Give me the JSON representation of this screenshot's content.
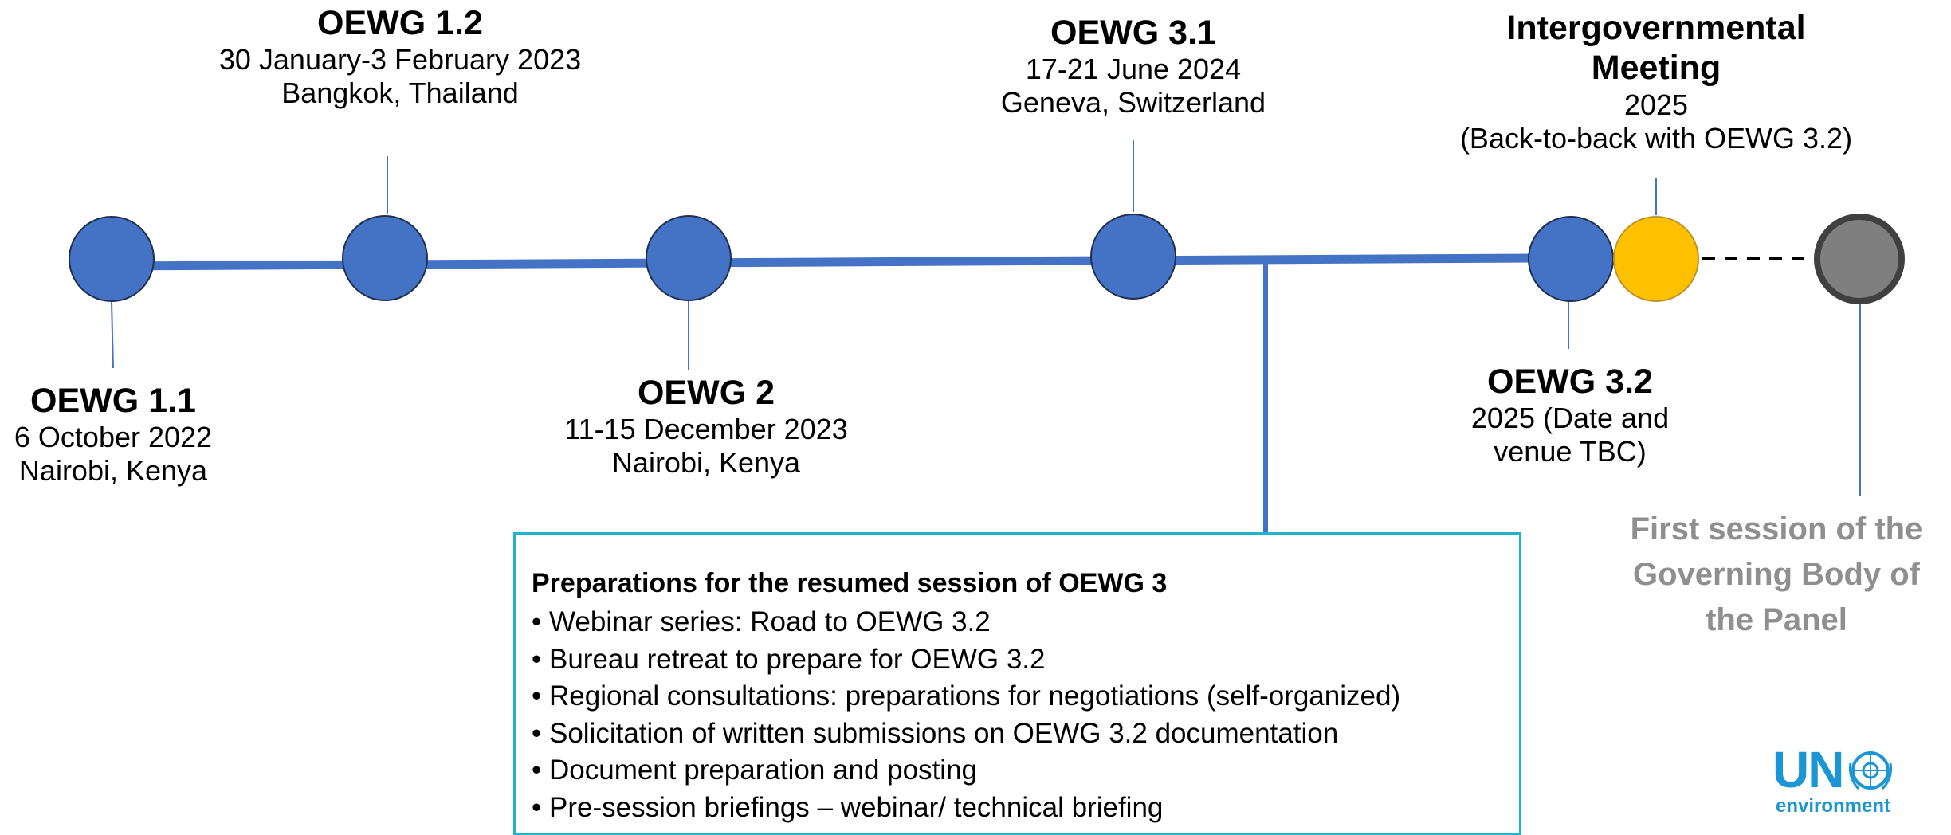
{
  "colors": {
    "timeline": "#4472c4",
    "node_blue": "#4472c4",
    "node_yellow": "#ffc000",
    "node_gray": "#7f7f7f",
    "box_border": "#23b3cf",
    "gray_text": "#8f8f8f",
    "logo": "#1b95d3"
  },
  "meetings": {
    "oewg11": {
      "title": "OEWG 1.1",
      "date": "6 October 2022",
      "venue": "Nairobi, Kenya"
    },
    "oewg12": {
      "title": "OEWG 1.2",
      "date": "30 January-3 February 2023",
      "venue": "Bangkok, Thailand"
    },
    "oewg2": {
      "title": "OEWG 2",
      "date": "11-15 December 2023",
      "venue": "Nairobi, Kenya"
    },
    "oewg31": {
      "title": "OEWG 3.1",
      "date": "17-21 June 2024",
      "venue": "Geneva, Switzerland"
    },
    "intergov": {
      "title_line1": "Intergovernmental",
      "title_line2": "Meeting",
      "date": "2025",
      "note": "(Back-to-back with OEWG 3.2)"
    },
    "oewg32": {
      "title": "OEWG 3.2",
      "line1": "2025 (Date and",
      "line2": "venue TBC)"
    },
    "governing": {
      "line1": "First session of the",
      "line2": "Governing Body of",
      "line3": "the Panel"
    }
  },
  "preparations": {
    "heading": "Preparations for the resumed session of OEWG 3",
    "items": [
      "Webinar series: Road to OEWG 3.2",
      "Bureau retreat to prepare for OEWG 3.2",
      "Regional consultations: preparations for negotiations (self-organized)",
      "Solicitation of written submissions on OEWG 3.2 documentation",
      "Document preparation and posting",
      "Pre-session briefings – webinar/ technical briefing"
    ]
  },
  "logo": {
    "text": "UN",
    "sub": "environment",
    "icon": "un-emblem-icon"
  }
}
